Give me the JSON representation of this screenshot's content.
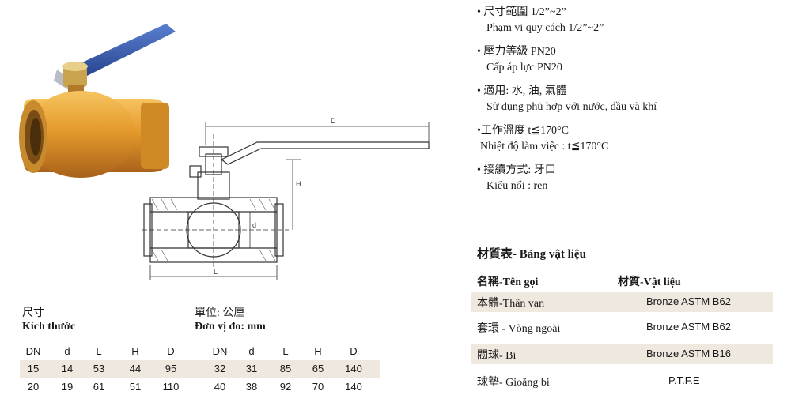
{
  "specs": [
    {
      "zh": "尺寸範圍 1/2”~2”",
      "vi": "Phạm vi quy cách 1/2”~2”"
    },
    {
      "zh": "壓力等級 PN20",
      "vi": "Cấp áp lực PN20"
    },
    {
      "zh": "適用: 水, 油, 氣體",
      "vi": "Sử dụng phù hợp với nước, dầu và khí"
    },
    {
      "zh": "工作溫度 t≦170°C",
      "vi": "Nhiệt độ làm việc : t≦170°C"
    },
    {
      "zh": "接續方式: 牙口",
      "vi": "Kiểu nối : ren"
    }
  ],
  "drawing": {
    "label_D": "D",
    "label_H": "H",
    "label_d": "d",
    "label_L": "L"
  },
  "materials": {
    "title": "材質表- Bảng vật liệu",
    "col_name": "名稱-Tên gọi",
    "col_material": "材質-Vật liệu",
    "rows": [
      {
        "name": "本體-Thân van",
        "material": "Bronze ASTM B62"
      },
      {
        "name": "套環 - Vòng  ngoài",
        "material": "Bronze ASTM B62"
      },
      {
        "name": "閥球- Bi",
        "material": "Bronze ASTM B16"
      },
      {
        "name": "球墊- Gioăng bi",
        "material": "P.T.F.E"
      }
    ]
  },
  "sizes": {
    "label_zh": "尺寸",
    "label_vi": "Kích thước",
    "unit_zh": "單位: 公厘",
    "unit_vi": "Đơn vị đo: mm",
    "headers": [
      "DN",
      "d",
      "L",
      "H",
      "D",
      "DN",
      "d",
      "L",
      "H",
      "D"
    ],
    "rows": [
      [
        "15",
        "14",
        "53",
        "44",
        "95",
        "32",
        "31",
        "85",
        "65",
        "140"
      ],
      [
        "20",
        "19",
        "61",
        "51",
        "110",
        "40",
        "38",
        "92",
        "70",
        "140"
      ]
    ]
  },
  "colors": {
    "body": "#e59a2c",
    "handle": "#2e55a8",
    "row_shade": "#efe8df"
  }
}
